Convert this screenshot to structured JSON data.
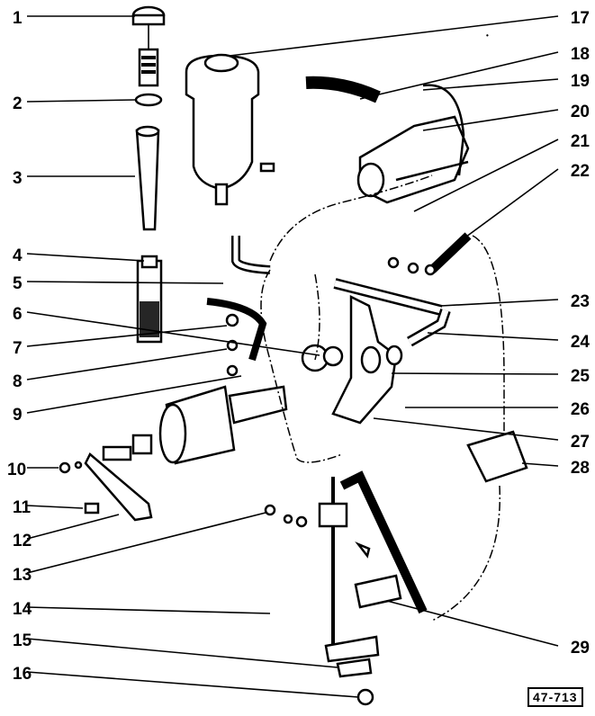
{
  "diagram": {
    "type": "exploded parts diagram",
    "callouts": [
      "1",
      "2",
      "3",
      "4",
      "5",
      "6",
      "7",
      "8",
      "9",
      "10",
      "11",
      "12",
      "13",
      "14",
      "15",
      "16",
      "17",
      "18",
      "19",
      "20",
      "21",
      "22",
      "23",
      "24",
      "25",
      "26",
      "27",
      "28",
      "29"
    ],
    "reference_code": "47-713"
  }
}
